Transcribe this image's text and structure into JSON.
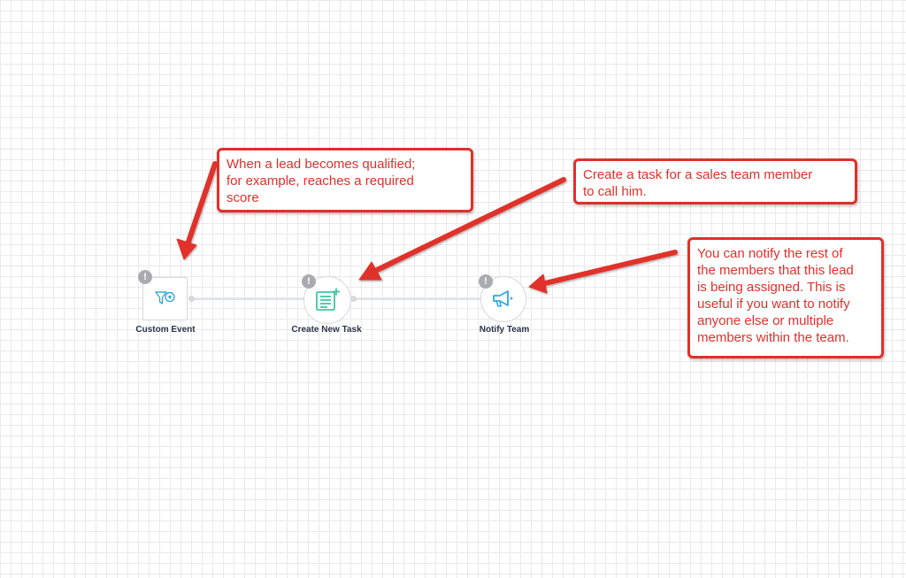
{
  "nodes": [
    {
      "label": "Custom Event",
      "icon": "funnel-gear-icon",
      "warning": "!"
    },
    {
      "label": "Create New Task",
      "icon": "task-add-icon",
      "warning": "!"
    },
    {
      "label": "Notify Team",
      "icon": "megaphone-icon",
      "warning": "!"
    }
  ],
  "callouts": [
    {
      "lines": [
        "When a lead becomes qualified;",
        "for example, reaches a required",
        "score"
      ]
    },
    {
      "lines": [
        "Create a task for a sales team member",
        "to call him."
      ]
    },
    {
      "lines": [
        "You can notify the rest of",
        "the members that this lead",
        "is being assigned. This is",
        "useful if you want to notify",
        "anyone else or multiple",
        "members within the team."
      ]
    }
  ],
  "colors": {
    "annotation": "#e0302a",
    "task_icon": "#3ec8a4",
    "notify_icon": "#2ea8e6",
    "event_icon": "#3aa9d8"
  }
}
